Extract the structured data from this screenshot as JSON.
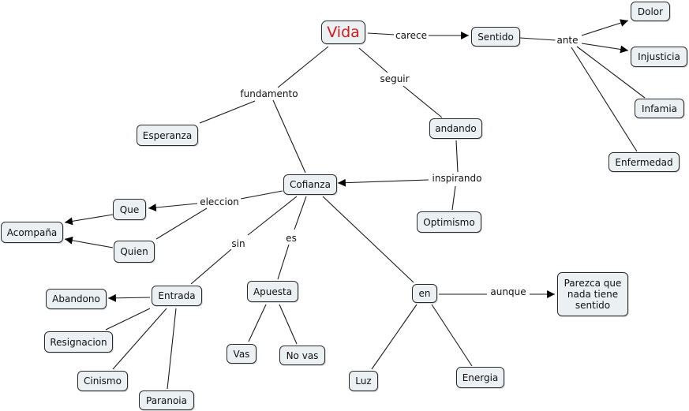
{
  "map": {
    "root": "Vida",
    "colors": {
      "root_text": "#d31a1a",
      "node_fill": "#ebf0f2",
      "node_border": "#2b2b2b",
      "line": "#1a1a1a"
    },
    "nodes": {
      "vida": "Vida",
      "sentido": "Sentido",
      "dolor": "Dolor",
      "injusticia": "Injusticia",
      "infamia": "Infamia",
      "enfermedad": "Enfermedad",
      "esperanza": "Esperanza",
      "andando": "andando",
      "cofianza": "Cofianza",
      "optimismo": "Optimismo",
      "que": "Que",
      "quien": "Quien",
      "acompana": "Acompaña",
      "entrada": "Entrada",
      "abandono": "Abandono",
      "resignacion": "Resignacion",
      "cinismo": "Cinismo",
      "paranoia": "Paranoia",
      "apuesta": "Apuesta",
      "vas": "Vas",
      "novas": "No vas",
      "en": "en",
      "luz": "Luz",
      "energia": "Energia",
      "parezca": "Parezca que\nnada tiene\nsentido"
    },
    "link_labels": {
      "carece": "carece",
      "ante": "ante",
      "fundamento": "fundamento",
      "seguir": "seguir",
      "inspirando": "inspirando",
      "eleccion": "eleccion",
      "sin": "sin",
      "es": "es",
      "aunque": "aunque"
    }
  }
}
